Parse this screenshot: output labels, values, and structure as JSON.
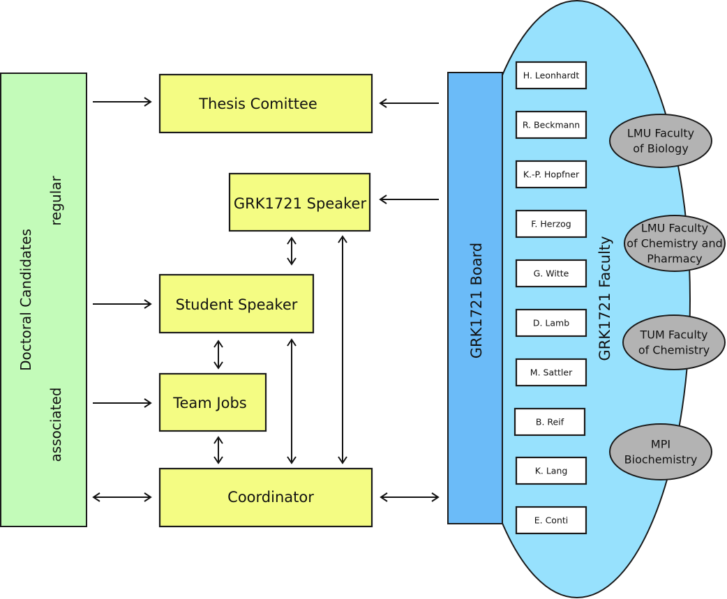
{
  "colors": {
    "doctoral_panel": "#c3fbb9",
    "role_box": "#f4fc83",
    "board": "#6bbbf8",
    "faculty": "#97e1fd",
    "institution": "#b3b3b3",
    "name_box": "#ffffff",
    "outline": "#1a1a1a"
  },
  "doctoral_candidates": {
    "title": "Doctoral Candidates",
    "regular_label": "regular",
    "associated_label": "associated"
  },
  "roles": {
    "thesis_committee": "Thesis Comittee",
    "grk_speaker": "GRK1721 Speaker",
    "student_speaker": "Student Speaker",
    "team_jobs": "Team Jobs",
    "coordinator": "Coordinator"
  },
  "board": {
    "label": "GRK1721 Board"
  },
  "faculty": {
    "label": "GRK1721 Faculty",
    "members": [
      "H. Leonhardt",
      "R. Beckmann",
      "K.-P. Hopfner",
      "F. Herzog",
      "G. Witte",
      "D. Lamb",
      "M. Sattler",
      "B. Reif",
      "K. Lang",
      "E. Conti"
    ]
  },
  "institutions": [
    {
      "line1": "LMU Faculty",
      "line2": "of Biology",
      "line3": ""
    },
    {
      "line1": "LMU Faculty",
      "line2": "of Chemistry and",
      "line3": "Pharmacy"
    },
    {
      "line1": "TUM Faculty",
      "line2": "of Chemistry",
      "line3": ""
    },
    {
      "line1": "MPI",
      "line2": "Biochemistry",
      "line3": ""
    }
  ]
}
